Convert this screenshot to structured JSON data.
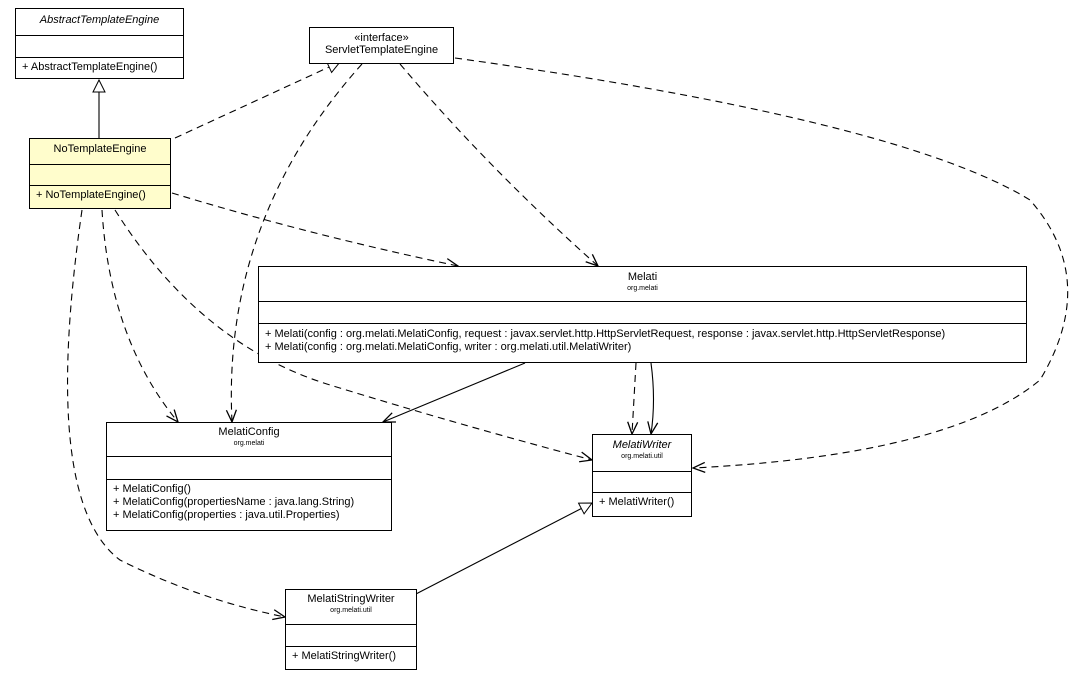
{
  "classes": {
    "abstract_template_engine": {
      "name": "AbstractTemplateEngine",
      "ops": [
        "+ AbstractTemplateEngine()"
      ]
    },
    "servlet_template_engine": {
      "stereotype": "«interface»",
      "name": "ServletTemplateEngine"
    },
    "no_template_engine": {
      "name": "NoTemplateEngine",
      "ops": [
        "+ NoTemplateEngine()"
      ]
    },
    "melati": {
      "name": "Melati",
      "package": "org.melati",
      "ops": [
        "+ Melati(config : org.melati.MelatiConfig, request : javax.servlet.http.HttpServletRequest, response : javax.servlet.http.HttpServletResponse)",
        "+ Melati(config : org.melati.MelatiConfig, writer : org.melati.util.MelatiWriter)"
      ]
    },
    "melati_config": {
      "name": "MelatiConfig",
      "package": "org.melati",
      "ops": [
        "+ MelatiConfig()",
        "+ MelatiConfig(propertiesName : java.lang.String)",
        "+ MelatiConfig(properties : java.util.Properties)"
      ]
    },
    "melati_writer": {
      "name": "MelatiWriter",
      "package": "org.melati.util",
      "ops": [
        "+ MelatiWriter()"
      ]
    },
    "melati_string_writer": {
      "name": "MelatiStringWriter",
      "package": "org.melati.util",
      "ops": [
        "+ MelatiStringWriter()"
      ]
    }
  },
  "colors": {
    "highlight_fill": "#fffdcc",
    "default_fill": "#ffffff",
    "line": "#000000"
  }
}
